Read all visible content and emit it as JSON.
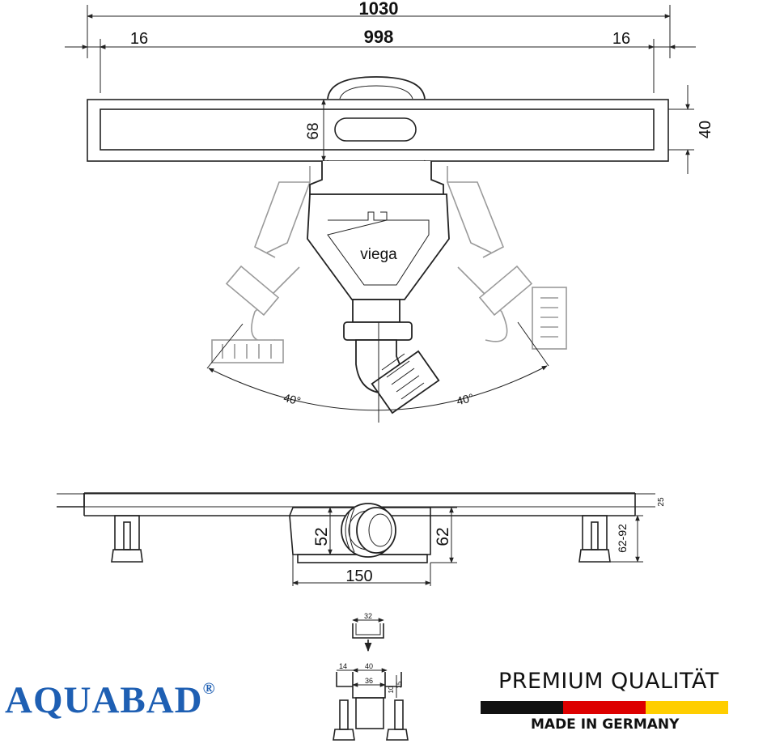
{
  "dimensions": {
    "overall_length": "1030",
    "channel_length": "998",
    "left_margin": "16",
    "right_margin": "16",
    "grate_width": "68",
    "frame_width": "40",
    "angle_left": "40°",
    "angle_right": "40°",
    "side_depth": "25",
    "outlet_height": "52",
    "body_height": "62",
    "adjust_height": "62-92",
    "body_length": "150",
    "grate_width_top": "32",
    "flange_left": "14",
    "profile_width": "40",
    "inner_width": "36",
    "lip_small": "10",
    "lip_height": "15"
  },
  "labels": {
    "manufacturer_mark": "viega"
  },
  "branding": {
    "logo_text": "AQUABAD",
    "logo_mark": "®",
    "logo_color": "#1e5fb3",
    "quality_text": "PREMIUM QUALITÄT",
    "origin_text": "MADE IN GERMANY",
    "flag_colors": [
      "#111111",
      "#dd0000",
      "#ffce00"
    ]
  }
}
